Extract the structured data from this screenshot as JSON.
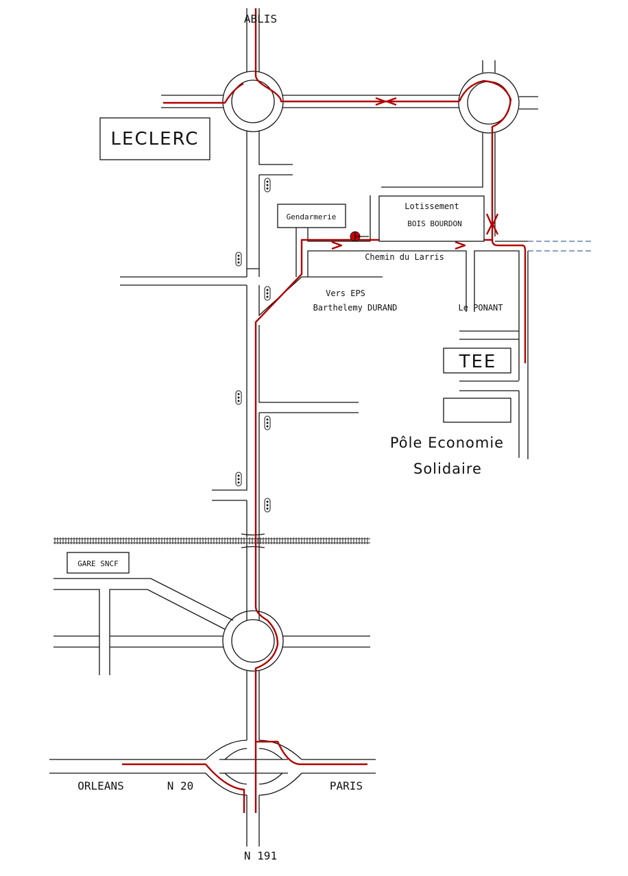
{
  "labels": {
    "ablis": "ABLIS",
    "leclerc": "LECLERC",
    "gendarmerie": "Gendarmerie",
    "lotissement_line1": "Lotissement",
    "lotissement_line2": "BOIS BOURDON",
    "chemin": "Chemin du Larris",
    "vers_eps": "Vers EPS",
    "barthelemy": "Barthelemy DURAND",
    "ponant": "Le PONANT",
    "tee": "TEE",
    "pole_line1": "Pôle Economie",
    "pole_line2": "Solidaire",
    "gare": "GARE SNCF",
    "orleans": "ORLEANS",
    "n20": "N 20",
    "paris": "PARIS",
    "n191": "N 191"
  },
  "colors": {
    "route": "#b00000",
    "roads": "#111111",
    "dashed_road": "#1a3f8a",
    "marker": "#cc0000"
  },
  "icons": {
    "destination_marker": "red-circle-marker-icon",
    "traffic_light": "traffic-light-icon"
  }
}
